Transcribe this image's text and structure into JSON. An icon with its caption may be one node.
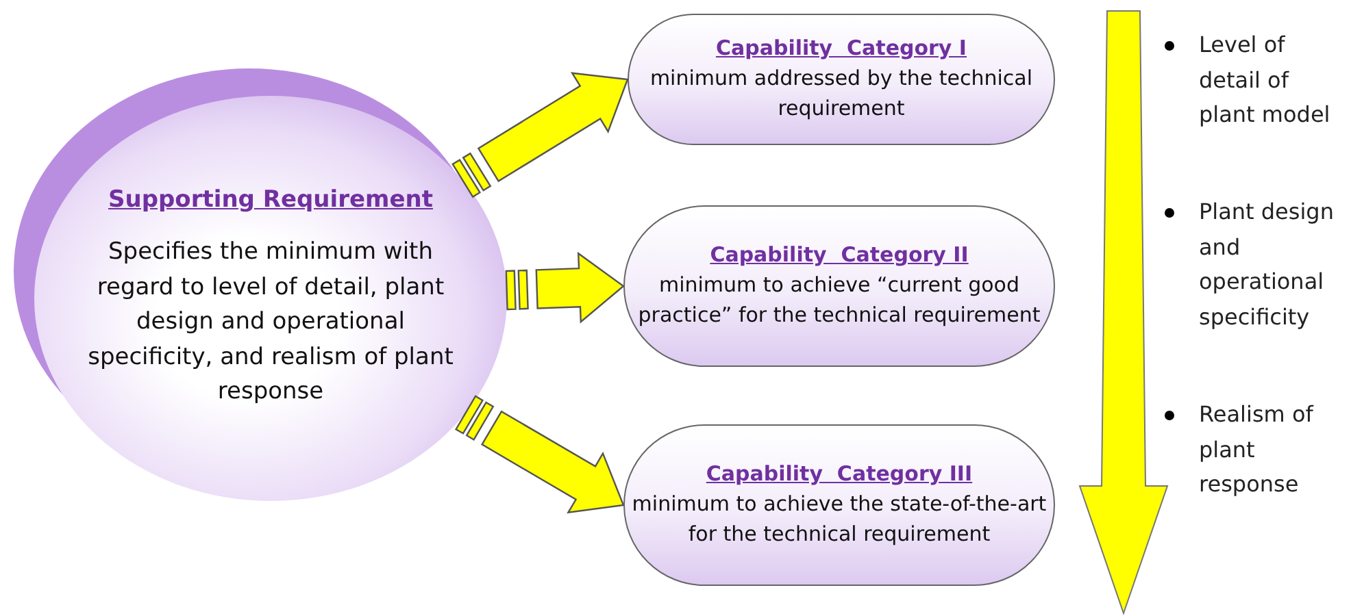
{
  "diagram": {
    "nodes": [
      {
        "text": [
          "Supporting Requirement",
          "Specifies the minimum with regard to level of detail, plant design and operational specificity, and realism of plant response"
        ]
      },
      {
        "text": [
          "Capability  Category I",
          "minimum addressed by the technical requirement"
        ]
      },
      {
        "text": [
          "Capability  Category II",
          "minimum to achieve “current good practice” for the technical requirement"
        ]
      },
      {
        "text": [
          "Capability  Category III",
          "minimum to achieve the state-of-the-art  for the technical requirement"
        ]
      }
    ],
    "edges": [
      {
        "from": 0,
        "to": 1,
        "arrow": "to"
      },
      {
        "from": 0,
        "to": 2,
        "arrow": "to"
      },
      {
        "from": 0,
        "to": 3,
        "arrow": "to"
      }
    ],
    "labels": [
      "Level of detail of plant model",
      "Plant design and operational specificity",
      "Realism of plant response"
    ]
  }
}
